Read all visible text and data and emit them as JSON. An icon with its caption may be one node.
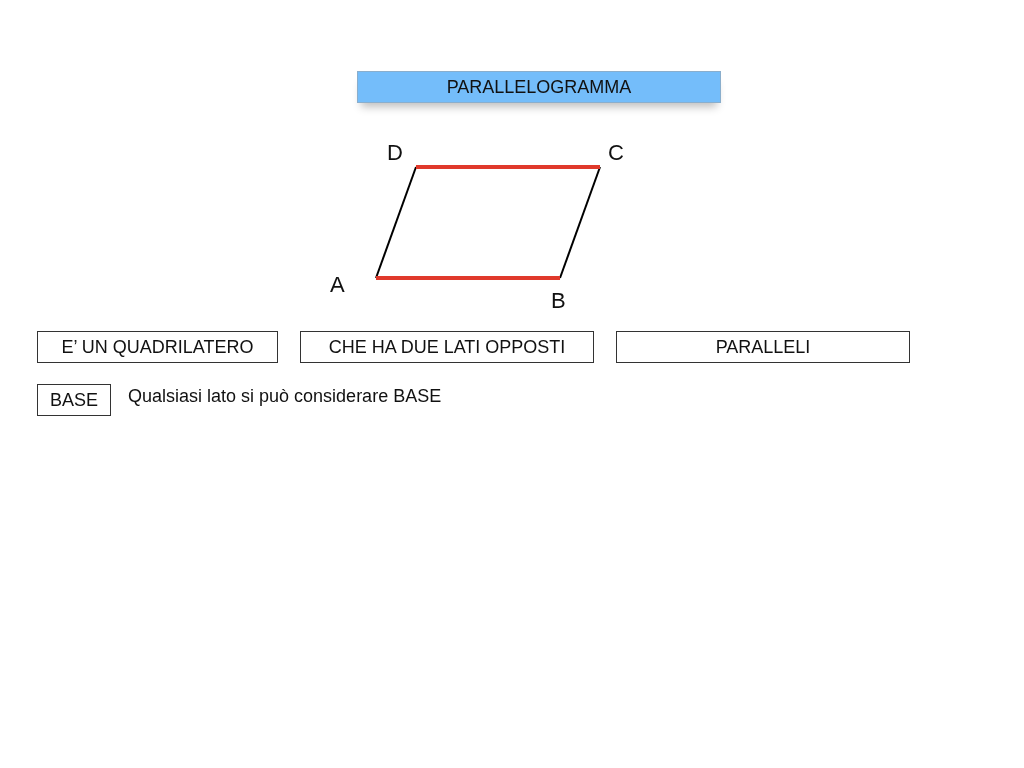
{
  "diagram": {
    "title": "PARALLELOGRAMMA",
    "nodes": [
      {
        "text": [
          "E’ UN QUADRILATERO"
        ]
      },
      {
        "text": [
          "CHE HA DUE LATI OPPOSTI"
        ]
      },
      {
        "text": [
          "PARALLELI"
        ]
      },
      {
        "text": [
          "BASE"
        ]
      }
    ],
    "labels": [
      "D",
      "C",
      "A",
      "B",
      "Qualsiasi lato si può considerare BASE"
    ]
  }
}
